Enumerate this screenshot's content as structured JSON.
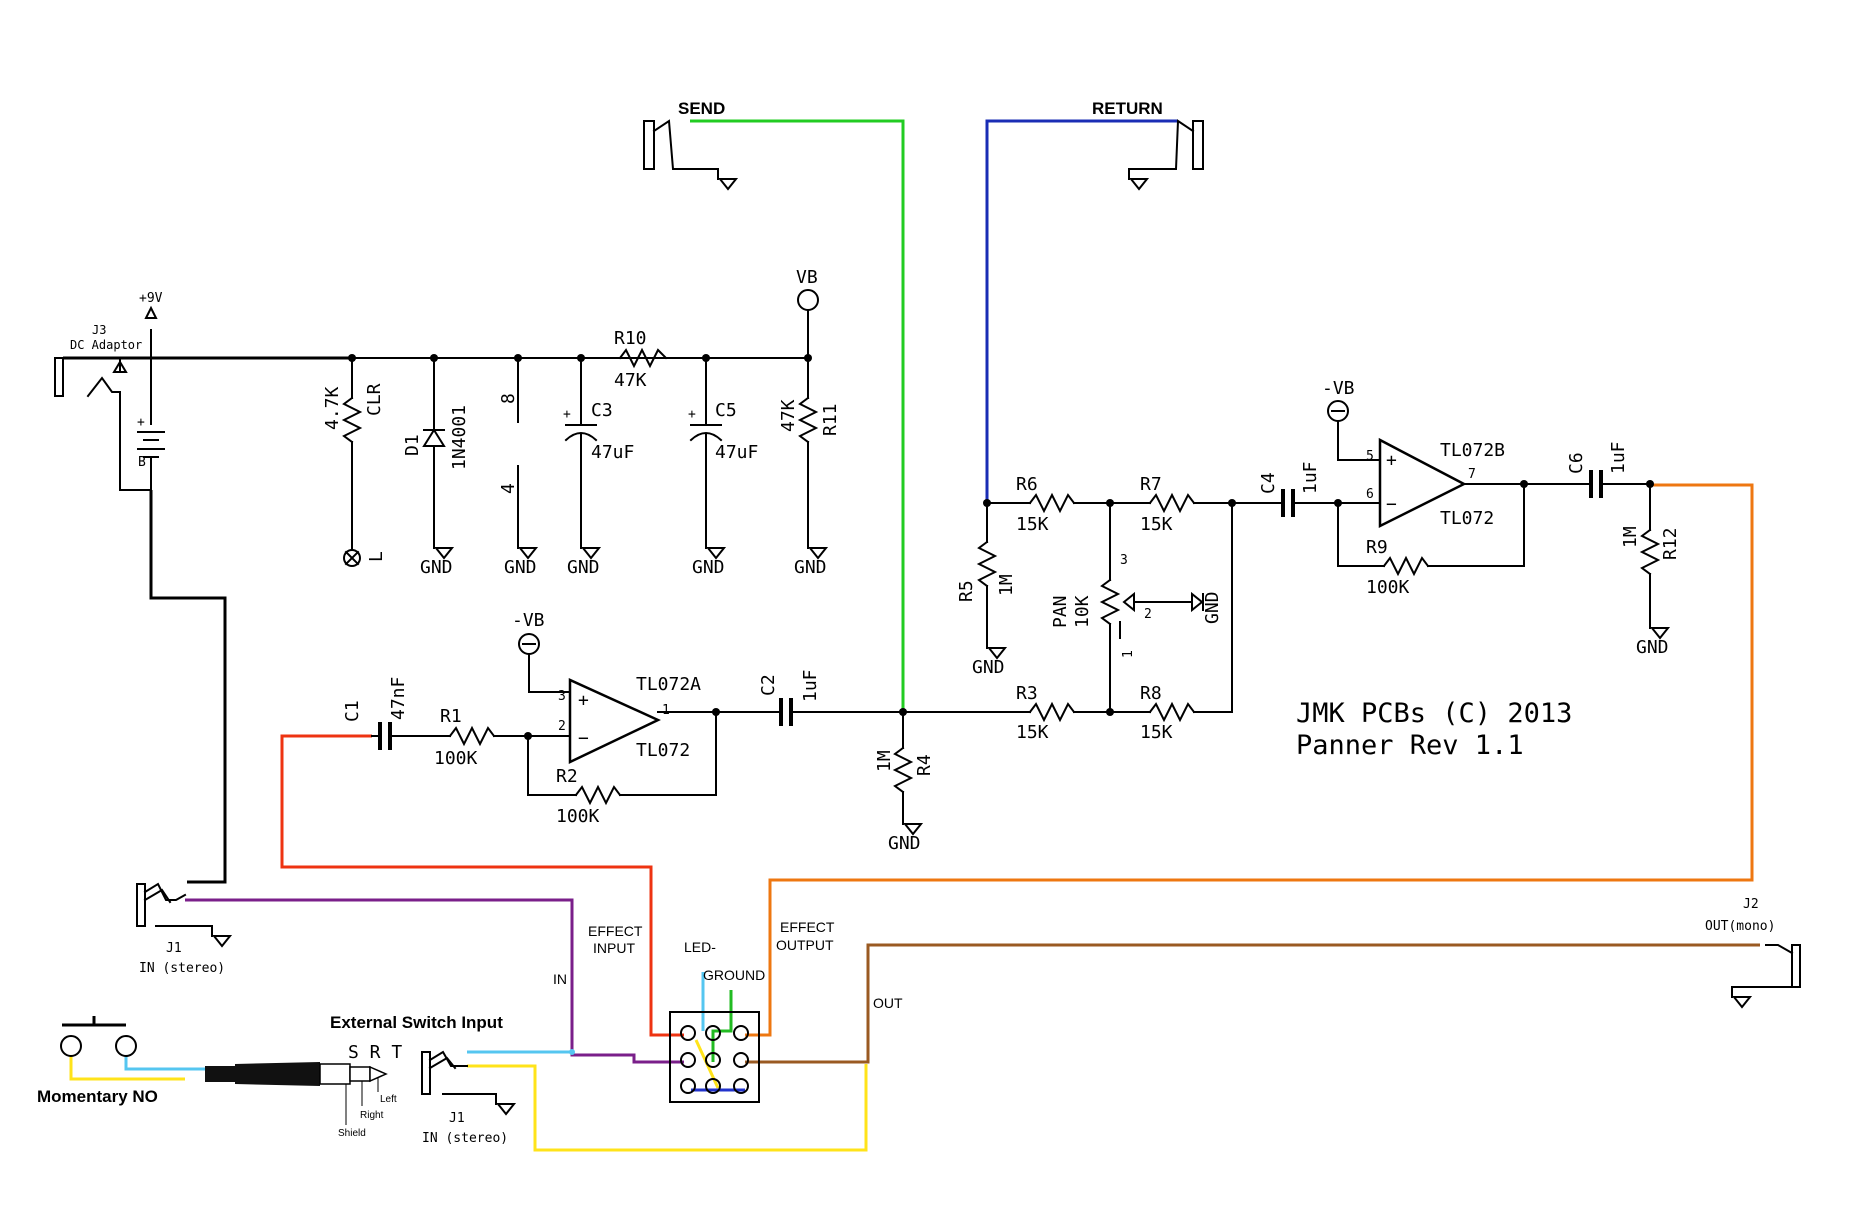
{
  "jacks": {
    "send": "SEND",
    "return": "RETURN",
    "j3_ref": "J3",
    "j3_name": "DC Adaptor",
    "j1_ref": "J1",
    "j1_name": "IN (stereo)",
    "j1b_ref": "J1",
    "j1b_name": "IN (stereo)",
    "j2_ref": "J2",
    "j2_name": "OUT(mono)"
  },
  "power": {
    "plus9v": "+9V",
    "vb": "VB",
    "neg_vb_1": "-VB",
    "neg_vb_2": "-VB",
    "battery_b": "B",
    "battery_plus": "+",
    "gnd": "GND"
  },
  "components": {
    "r10_ref": "R10",
    "r10_val": "47K",
    "clr_ref": "CLR",
    "clr_val": "4.7K",
    "d1_ref": "D1",
    "d1_val": "1N4001",
    "c3_ref": "C3",
    "c3_val": "47uF",
    "c5_ref": "C5",
    "c5_val": "47uF",
    "r11_ref": "R11",
    "r11_val": "47K",
    "pin8": "8",
    "pin4": "4",
    "led_l": "L",
    "c1_ref": "C1",
    "c1_val": "47nF",
    "r1_ref": "R1",
    "r1_val": "100K",
    "u1a_ref": "TL072A",
    "u1a_part": "TL072",
    "r2_ref": "R2",
    "r2_val": "100K",
    "c2_ref": "C2",
    "c2_val": "1uF",
    "r4_ref": "R4",
    "r4_val": "1M",
    "r5_ref": "R5",
    "r5_val": "1M",
    "r6_ref": "R6",
    "r6_val": "15K",
    "r7_ref": "R7",
    "r7_val": "15K",
    "r3_ref": "R3",
    "r3_val": "15K",
    "r8_ref": "R8",
    "r8_val": "15K",
    "pan_ref": "PAN",
    "pan_val": "10K",
    "c4_ref": "C4",
    "c4_val": "1uF",
    "u1b_ref": "TL072B",
    "u1b_part": "TL072",
    "r9_ref": "R9",
    "r9_val": "100K",
    "c6_ref": "C6",
    "c6_val": "1uF",
    "r12_ref": "R12",
    "r12_val": "1M"
  },
  "pins": {
    "p1": "1",
    "p2": "2",
    "p3": "3",
    "p5": "5",
    "p6": "6",
    "p7": "7",
    "pan1": "1",
    "pan2": "2",
    "pan3": "3",
    "minus": "−",
    "plus": "+"
  },
  "footswitch": {
    "effect_input": "EFFECT\nINPUT",
    "led_minus": "LED-",
    "ground": "GROUND",
    "effect_output": "EFFECT\nOUTPUT",
    "in": "IN",
    "out": "OUT"
  },
  "external": {
    "title": "External Switch Input",
    "srt": "S R T",
    "momentary": "Momentary NO",
    "shield": "Shield",
    "right": "Right",
    "left": "Left"
  },
  "credit": {
    "line1": "JMK PCBs (C) 2013",
    "line2": "Panner Rev 1.1"
  },
  "wire_colors": {
    "send": "#22cc22",
    "return": "#1a2db5",
    "input": "#ee3311",
    "output": "#ee7711",
    "purple": "#7a1f8a",
    "light_blue": "#55c6f0",
    "yellow": "#ffe31a",
    "brown": "#9a5a22",
    "green": "#22bb22",
    "blue": "#2233cc"
  }
}
